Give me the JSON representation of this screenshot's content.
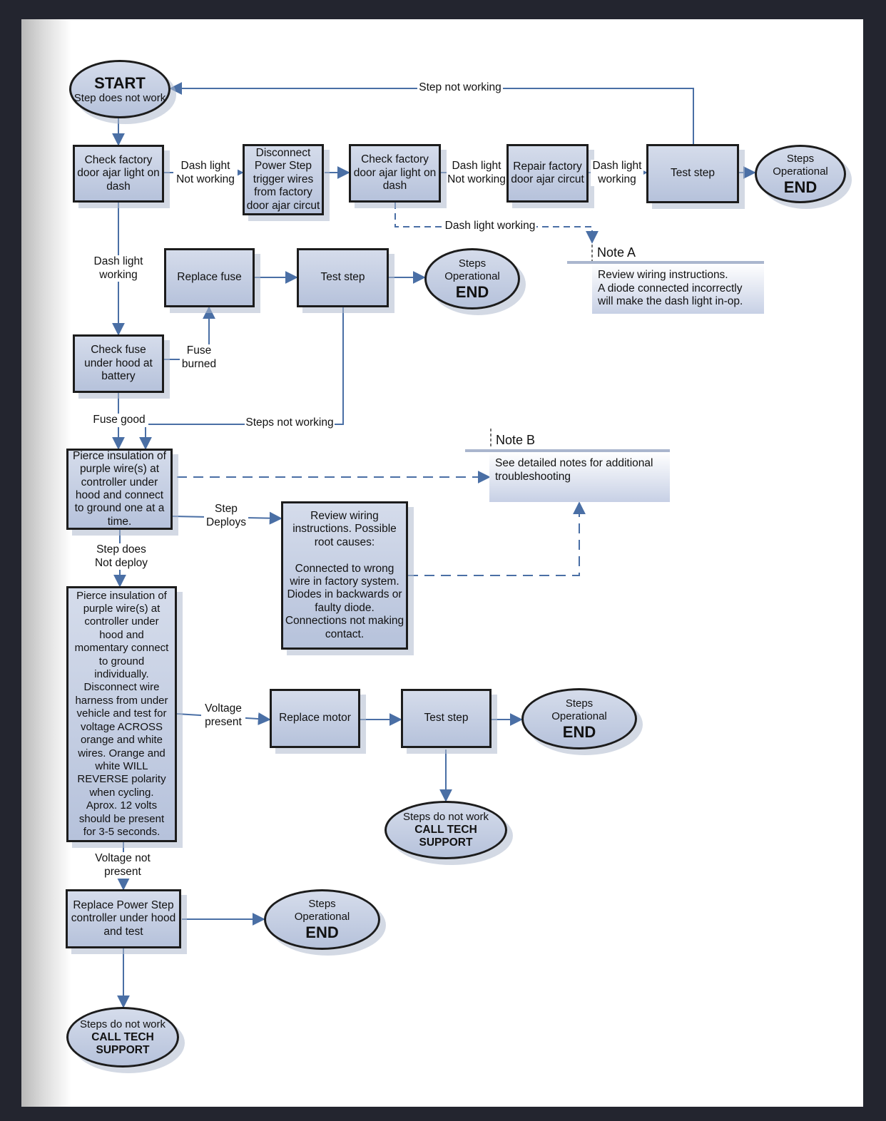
{
  "start": {
    "title": "START",
    "subtitle": "Step does not work"
  },
  "nodes": {
    "check_dash_1": "Check factory\ndoor ajar light on\ndash",
    "disconnect_trigger": "Disconnect\nPower Step\ntrigger wires\nfrom factory\ndoor ajar circut",
    "check_dash_2": "Check factory\ndoor ajar light on\ndash",
    "repair_circuit": "Repair factory\ndoor ajar circut",
    "test_step_1": "Test step",
    "replace_fuse": "Replace fuse",
    "test_step_2": "Test step",
    "check_fuse": "Check fuse\nunder hood at\nbattery",
    "pierce_1": "Pierce insulation of\npurple wire(s) at\ncontroller under\nhood and connect\nto ground one at a\ntime.",
    "review_wiring": "Review wiring\ninstructions.  Possible\nroot causes:\n\nConnected to wrong\nwire in factory system.\nDiodes in backwards or\nfaulty diode.\nConnections not making\ncontact.",
    "pierce_2": "Pierce insulation of\npurple wire(s) at\ncontroller under\nhood and\nmomentary connect\nto ground\nindividually.\nDisconnect wire\nharness from under\nvehicle and test for\nvoltage ACROSS\norange and white\nwires.  Orange and\nwhite WILL\nREVERSE polarity\nwhen cycling.\nAprox. 12 volts\nshould be present\nfor 3-5 seconds.",
    "replace_motor": "Replace motor",
    "test_step_3": "Test step",
    "replace_controller": "Replace Power Step\ncontroller under hood\nand test"
  },
  "ends": {
    "end_1": {
      "top": "Steps\nOperational",
      "big": "END"
    },
    "end_2": {
      "top": "Steps\nOperational",
      "big": "END"
    },
    "end_3": {
      "top": "Steps\nOperational",
      "big": "END"
    },
    "end_4": {
      "top": "Steps\nOperational",
      "big": "END"
    }
  },
  "support": {
    "support_1": {
      "top": "Steps do not work",
      "bold": "CALL TECH\nSUPPORT"
    },
    "support_2": {
      "top": "Steps do not work",
      "bold": "CALL TECH\nSUPPORT"
    }
  },
  "labels": {
    "step_not_working": "Step not working",
    "dash_not_working_1": "Dash light\nNot working",
    "dash_not_working_2": "Dash light\nNot working",
    "dash_working_1": "Dash light\nworking",
    "dash_working_dashed": "Dash light working",
    "dash_working_2": "Dash light\nworking",
    "fuse_burned": "Fuse\nburned",
    "fuse_good": "Fuse good",
    "steps_not_working": "Steps not working",
    "step_deploys": "Step\nDeploys",
    "step_not_deploy": "Step does\nNot deploy",
    "voltage_present": "Voltage\npresent",
    "voltage_not_present": "Voltage not\npresent"
  },
  "notes": {
    "note_a": {
      "title": "Note A",
      "text": "Review wiring instructions.\n A diode connected incorrectly\n will make the dash light in-op."
    },
    "note_b": {
      "title": "Note B",
      "text": "See detailed notes for additional\ntroubleshooting"
    }
  },
  "colors": {
    "connector": "#4a6fa5",
    "node_fill": "#c4cde2",
    "border": "#1c1c1c"
  }
}
